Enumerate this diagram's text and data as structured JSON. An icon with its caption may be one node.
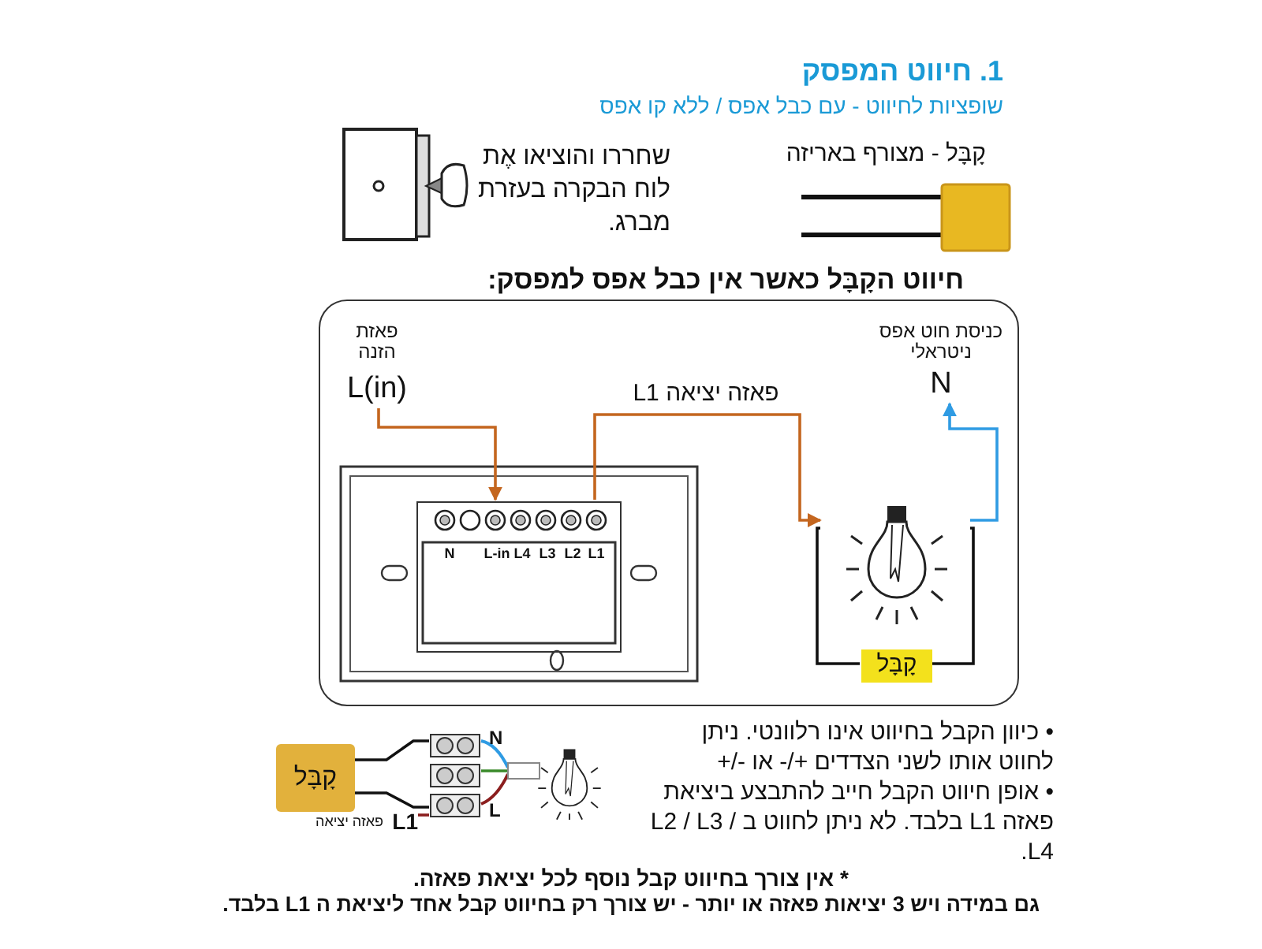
{
  "diagram": {
    "title": "1. חיווט המפסק",
    "nodes": [
      {
        "text": [
          "חיווט הקָבָּל כאשר אין כבל אפס למפסק:"
        ]
      },
      {
        "text": [
          "פאזת הזנה",
          "L(in)"
        ],
        "in": 0
      },
      {
        "text": [
          "L1",
          "L2",
          "L3",
          "L4",
          "L-in",
          "N"
        ],
        "in": 0
      },
      {
        "text": [
          "כניסת חוט אפס ניטראלי",
          "N"
        ],
        "in": 0
      },
      {
        "text": [],
        "shape": "picture",
        "in": 0
      },
      {
        "text": [
          "קָבָּל"
        ],
        "in": 0
      },
      {
        "text": [
          "קָבָּל"
        ]
      },
      {
        "text": [],
        "shape": "picture"
      },
      {
        "text": [],
        "shape": "picture"
      },
      {
        "text": [
          "L1",
          "פאזה יציאה"
        ]
      }
    ],
    "edges": [
      {
        "from": 1,
        "to": 2,
        "arrow": "to",
        "color": "#c4661f"
      },
      {
        "from": 2,
        "to": 4,
        "arrow": "to",
        "label": "פאזה יציאה L1",
        "color": "#c4661f"
      },
      {
        "from": 4,
        "to": 3,
        "arrow": "to",
        "color": "#2f9be3"
      },
      {
        "from": 5,
        "to": 4,
        "arrow": "none"
      },
      {
        "from": 5,
        "to": 4,
        "arrow": "none"
      },
      {
        "from": 6,
        "to": 7,
        "arrow": "none"
      },
      {
        "from": 6,
        "to": 7,
        "arrow": "none"
      },
      {
        "from": 9,
        "to": 7,
        "arrow": "none",
        "color": "#8b1e1e"
      },
      {
        "from": 7,
        "to": 8,
        "arrow": "none",
        "color": "#3a8a2a"
      }
    ],
    "labels": [
      "שופציות לחיווט - עם כבל אפס / ללא קו אפס",
      "שחררו והוציאו אֶת לוח הבקרה בעזרת מברג.",
      "קָבָּל - מצורף באריזה",
      "N",
      "L",
      "• כיוון הקבל בחיווט אינו רלוונטי. ניתן לחווט אותו לשני הצדדים +/- או -/+",
      "• אופן חיווט הקבל חייב להתבצע ביציאת פאזה L1 בלבד. לא ניתן לחווט ב L2 / L3 / L4.",
      "* אין צורך בחיווט קבל נוסף לכל יציאת פאזה.",
      "גם במידה ויש 3 יציאות פאזה או יותר - יש צורך רק בחיווט קבל אחד ליציאת ה L1 בלבד."
    ]
  }
}
